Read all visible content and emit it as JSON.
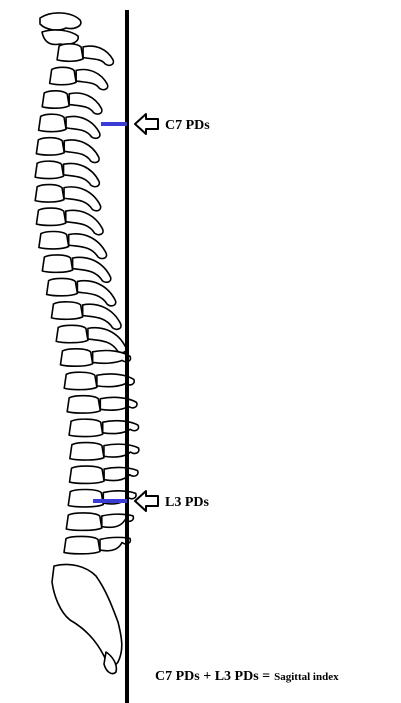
{
  "labels": {
    "upper_marker": "C7 PDs",
    "lower_marker": "L3 PDs",
    "formula_main": "C7 PDs + L3 PDs =",
    "formula_result": "Sagittal index"
  },
  "colors": {
    "background": "#ffffff",
    "outline": "#000000",
    "plumb_line": "#000000",
    "distance_marker": "#3b3bd6"
  },
  "icons": {
    "marker_arrow": "hollow-left-arrow-icon"
  }
}
